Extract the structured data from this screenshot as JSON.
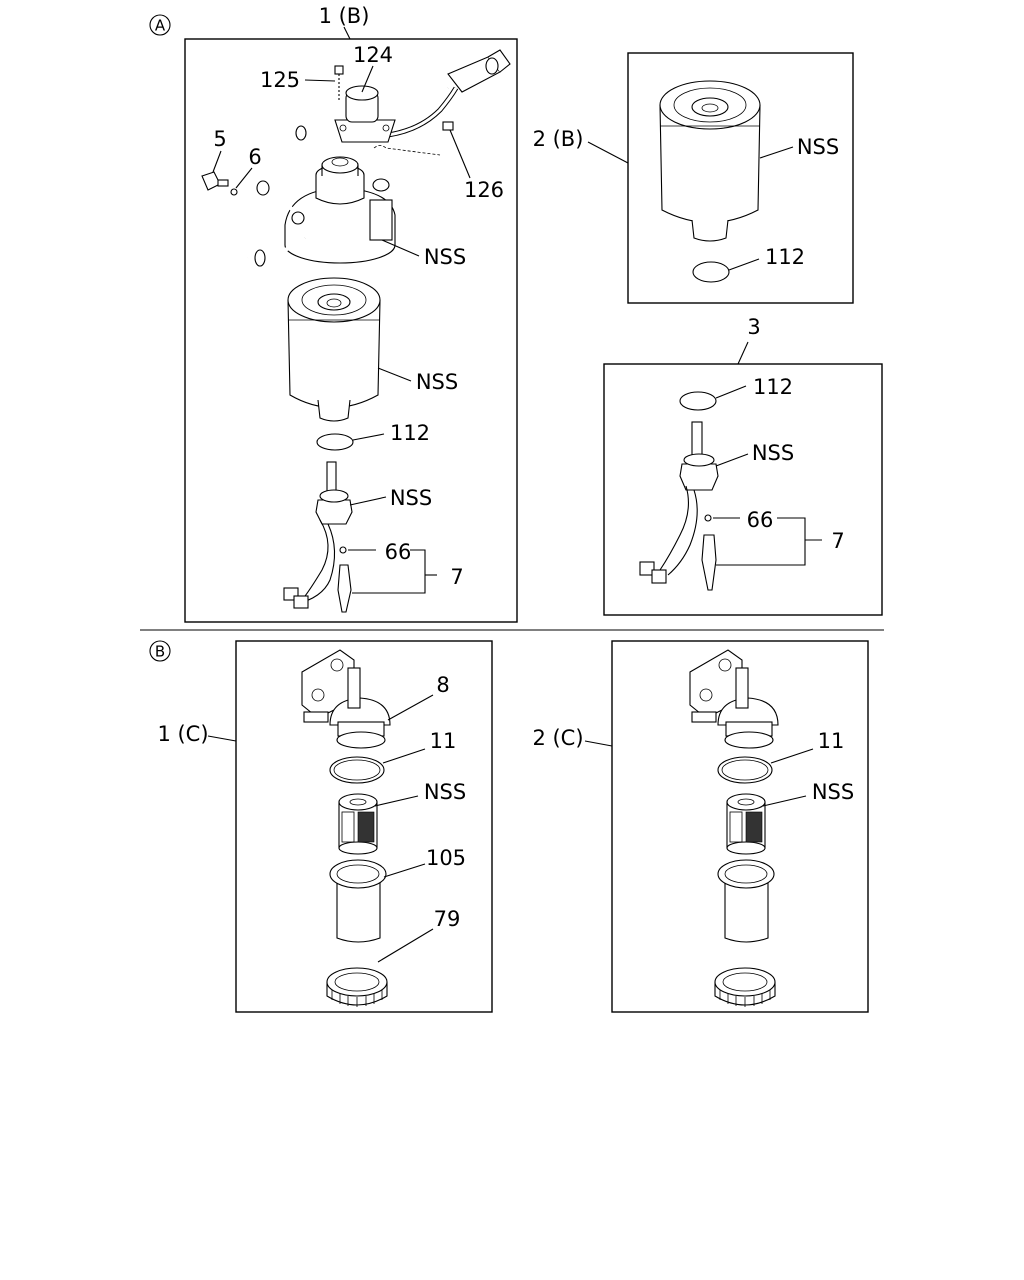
{
  "sections": {
    "a": "A",
    "b": "B"
  },
  "frames": {
    "f1b": "1 (B)",
    "f2b": "2 (B)",
    "f3": "3",
    "f1c": "1 (C)",
    "f2c": "2 (C)"
  },
  "callouts": {
    "a_124": "124",
    "a_125": "125",
    "a_5": "5",
    "a_6": "6",
    "a_126": "126",
    "a_nss_head": "NSS",
    "a_nss_filter": "NSS",
    "a_112": "112",
    "a_nss_sensor": "NSS",
    "a_66": "66",
    "a_7": "7",
    "b2_nss": "NSS",
    "b2_112": "112",
    "s3_112": "112",
    "s3_nss": "NSS",
    "s3_66": "66",
    "s3_7": "7",
    "c1_8": "8",
    "c1_11": "11",
    "c1_nss": "NSS",
    "c1_105": "105",
    "c1_79": "79",
    "c2_11": "11",
    "c2_nss": "NSS"
  }
}
